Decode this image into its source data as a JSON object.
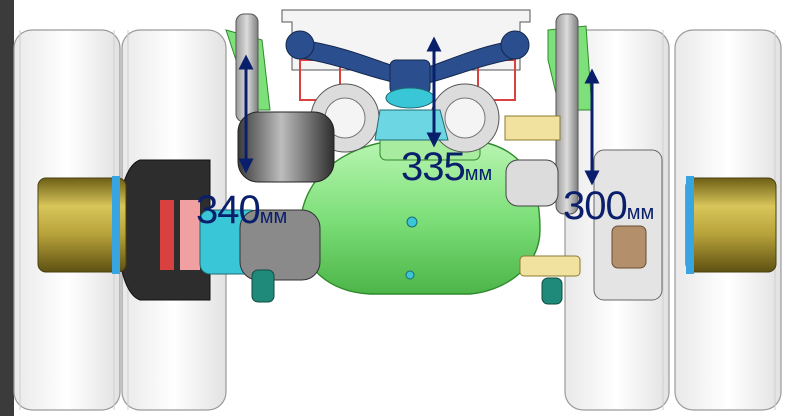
{
  "dimensions": [
    {
      "id": "left-bellows-height",
      "value": "340",
      "unit": "мм"
    },
    {
      "id": "center-height",
      "value": "335",
      "unit": "мм"
    },
    {
      "id": "right-bellows-height",
      "value": "300",
      "unit": "мм"
    }
  ],
  "colors": {
    "dimension_arrow": "#0a1f6b",
    "axle_housing": "#7ee07a",
    "wheel_hub": "#b7a23a",
    "tire": "#f7f7f7",
    "air_bellows": "#7a7a7a",
    "link_arms": "#2b4f8e",
    "brake_red": "#d94040",
    "cyan_parts": "#39c6d6"
  }
}
